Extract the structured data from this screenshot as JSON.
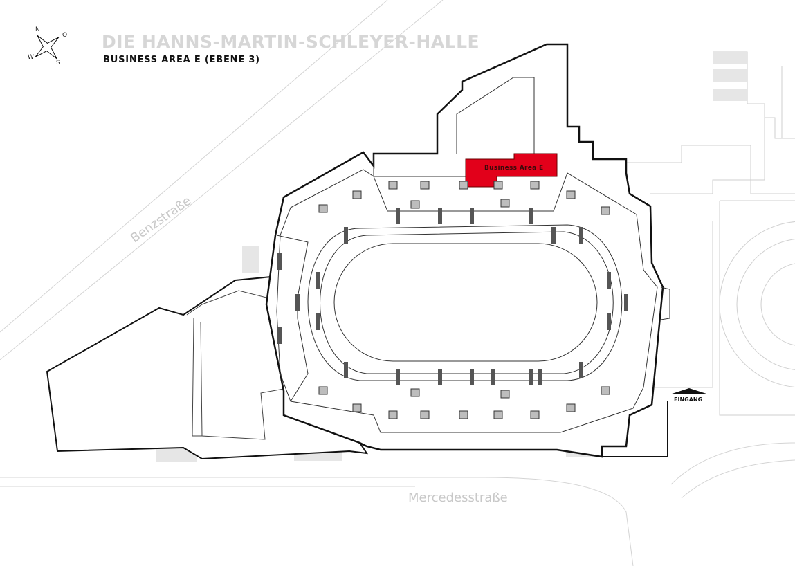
{
  "header": {
    "title": "DIE HANNS-MARTIN-SCHLEYER-HALLE",
    "subtitle": "BUSINESS AREA E (EBENE 3)"
  },
  "compass": {
    "n": "N",
    "o": "O",
    "s": "S",
    "w": "W"
  },
  "streets": {
    "benz": "Benzstraße",
    "mercedes": "Mercedesstraße"
  },
  "areas": {
    "business_area": "Business Area E",
    "entrance": "EINGANG"
  },
  "colors": {
    "highlight": "#e2001a",
    "outline": "#111111",
    "road": "#cccccc",
    "block": "#bdbdbd"
  }
}
